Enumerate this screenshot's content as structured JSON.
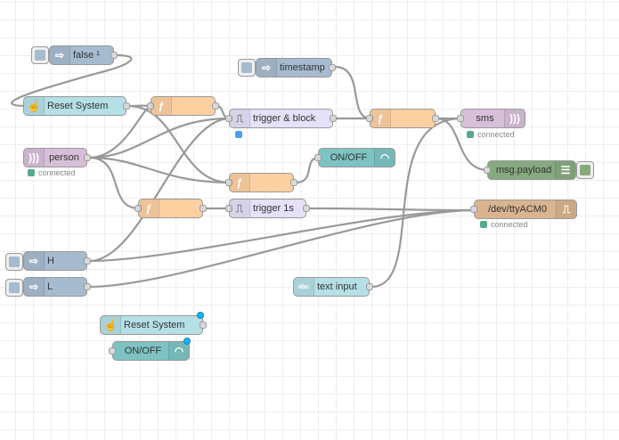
{
  "colors": {
    "inject": "#a6bbcf",
    "function": "#fdd0a2",
    "trigger": "#e6e0f8",
    "sms": "#d7bfd9",
    "debug": "#87a980",
    "dashboard": "#7ec3c3",
    "button": "#b4e0e6",
    "serial": "#d9b48f",
    "wire": "#999999"
  },
  "nodes": {
    "inject_false": {
      "label": "false ¹",
      "icon": "arrow-right-icon"
    },
    "inject_timestamp": {
      "label": "timestamp",
      "icon": "arrow-right-icon"
    },
    "button_reset_system": {
      "label": "Reset System",
      "icon": "hand-pointer-icon"
    },
    "function_1": {
      "label": "",
      "icon": "function-icon",
      "glyph": "ƒ"
    },
    "trigger_block": {
      "label": "trigger & block",
      "icon": "trigger-icon"
    },
    "function_2": {
      "label": "",
      "icon": "function-icon",
      "glyph": "ƒ"
    },
    "sms_out": {
      "label": "sms",
      "icon": "signal-icon",
      "status": "connected"
    },
    "sms_in_person": {
      "label": "person",
      "icon": "signal-icon",
      "status": "connected"
    },
    "gauge_onoff": {
      "label": "ON/OFF",
      "icon": "gauge-icon"
    },
    "debug_payload": {
      "label": "msg.payload",
      "icon": "list-icon"
    },
    "function_3": {
      "label": "",
      "icon": "function-icon",
      "glyph": "ƒ"
    },
    "function_4": {
      "label": "",
      "icon": "function-icon",
      "glyph": "ƒ"
    },
    "trigger_1s": {
      "label": "trigger 1s",
      "icon": "trigger-icon"
    },
    "serial_out": {
      "label": "/dev/ttyACM0",
      "icon": "serial-icon",
      "status": "connected"
    },
    "inject_h": {
      "label": "H",
      "icon": "arrow-right-icon"
    },
    "inject_l": {
      "label": "L",
      "icon": "arrow-right-icon"
    },
    "text_input": {
      "label": "text input",
      "icon": "text-input-icon",
      "glyph": "abc"
    },
    "button_reset_system_2": {
      "label": "Reset System",
      "icon": "hand-pointer-icon"
    },
    "gauge_onoff_2": {
      "label": "ON/OFF",
      "icon": "gauge-icon"
    }
  }
}
